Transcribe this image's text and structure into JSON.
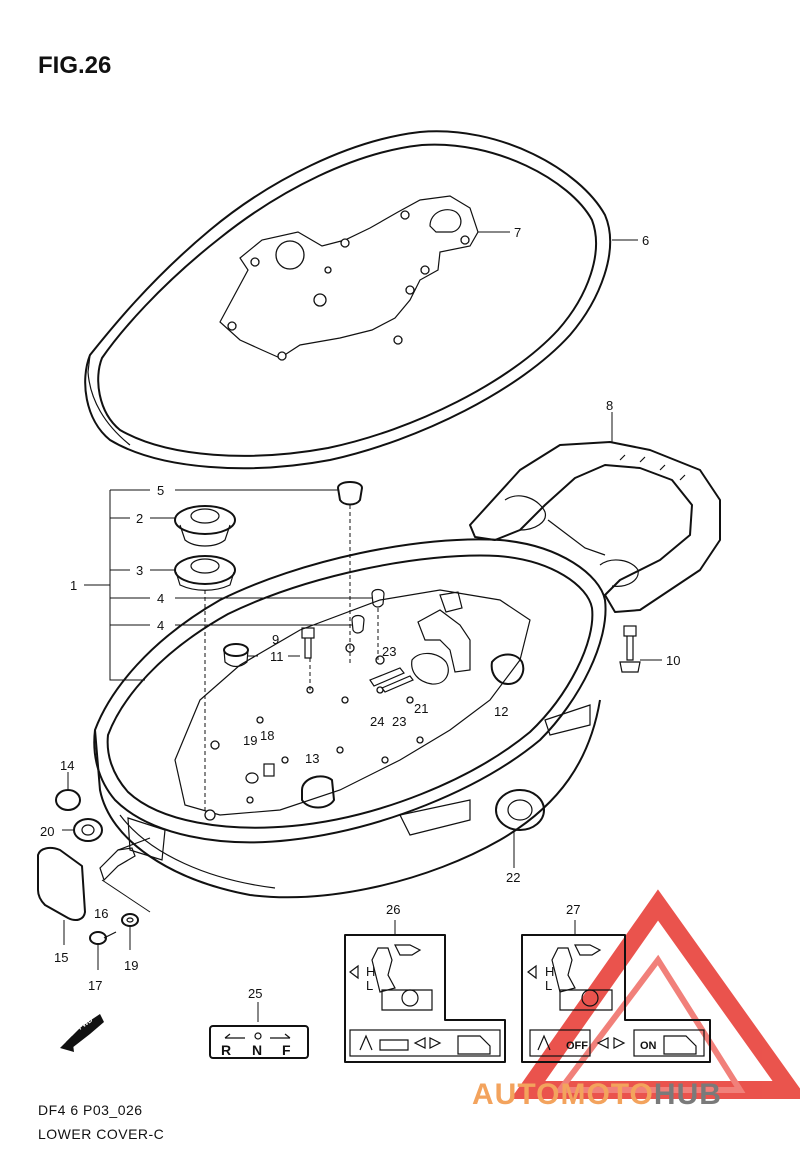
{
  "figure": {
    "title": "FIG.26",
    "drawing_code": "DF4 6 P03_026",
    "section_name": "LOWER COVER-C"
  },
  "callouts": {
    "c1": "1",
    "c2": "2",
    "c3": "3",
    "c4a": "4",
    "c4b": "4",
    "c5": "5",
    "c6": "6",
    "c7": "7",
    "c8": "8",
    "c9": "9",
    "c10": "10",
    "c11": "11",
    "c12": "12",
    "c13": "13",
    "c14": "14",
    "c15": "15",
    "c16": "16",
    "c17": "17",
    "c18": "18",
    "c19a": "19",
    "c19b": "19",
    "c20": "20",
    "c21": "21",
    "c22": "22",
    "c23a": "23",
    "c23b": "23",
    "c24": "24",
    "c25": "25",
    "c26": "26",
    "c27": "27"
  },
  "label_25": {
    "left": "R",
    "middle": "N",
    "right": "F"
  },
  "label_26": {
    "high": "H",
    "low": "L"
  },
  "label_27": {
    "high": "H",
    "low": "L",
    "off": "OFF",
    "on": "ON"
  },
  "direction_arrow": "FWD",
  "watermark": {
    "part1": "AUTOMOTO",
    "part2": "HUB"
  },
  "colors": {
    "line": "#111111",
    "watermark_red": "#e8413a",
    "watermark_orange": "#f3a35d",
    "watermark_gray": "#7a7a7a"
  }
}
